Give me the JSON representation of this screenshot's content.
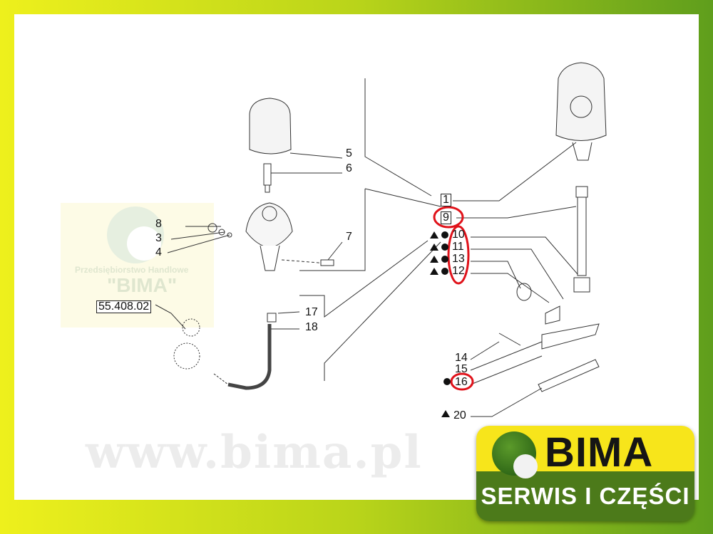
{
  "watermark": {
    "company": "Przedsiębiorstwo Handlowe",
    "name": "\"BIMA\"",
    "url": "www.bima.pl"
  },
  "reference": "55.408.02",
  "callouts": [
    "1",
    "9",
    "10",
    "11",
    "13",
    "12",
    "5",
    "6",
    "7",
    "8",
    "3",
    "4",
    "17",
    "18",
    "14",
    "15",
    "16",
    "20"
  ],
  "logo": {
    "name": "BIMA",
    "tagline": "SERWIS I CZĘŚCI",
    "accent": "#f7e51b",
    "green": "#4c7a1a"
  }
}
